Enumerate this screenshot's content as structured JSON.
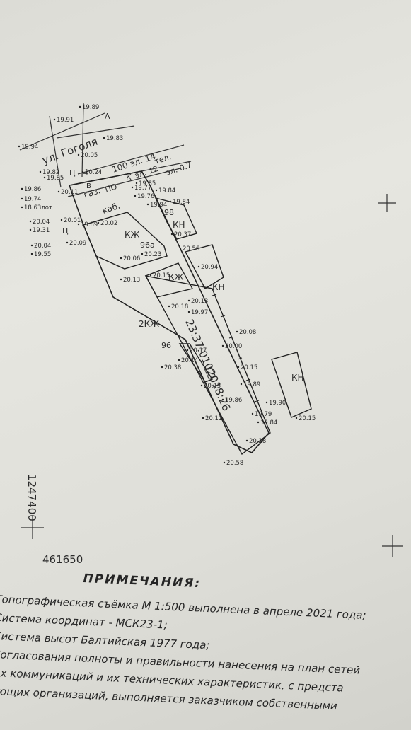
{
  "plan": {
    "street": "ул. Гоголя",
    "street_letter": "А",
    "cadastral_number": "23:37:0102018:26",
    "buildings": {
      "kzh_1": "КЖ",
      "kzh_2": "КЖ",
      "kzh_3": "2КЖ",
      "kn_1": "КН",
      "kn_2": "КН",
      "kn_3": "КН"
    },
    "house_numbers": [
      "96а",
      "98",
      "96"
    ],
    "utility_labels": {
      "pole_concrete": "100 эл. 14",
      "pole_concrete_2": "эл. 12",
      "tel": "тел.",
      "el_07": "эл. 0.7",
      "pipe": "ПО",
      "kab": "каб.",
      "gas": "газ."
    },
    "symbols": [
      "Ц",
      "Ц",
      "К",
      "Ц",
      "В"
    ],
    "elevations": [
      "19.94",
      "19.91",
      "19.89",
      "19.83",
      "20.05",
      "19.82",
      "19.85",
      "20.24",
      "19.86",
      "19.74",
      "18.63лот",
      "20.11",
      "20.04",
      "19.31",
      "20.01",
      "20.04",
      "19.55",
      "20.09",
      "19.89",
      "20.02",
      "19.77",
      "19.85",
      "19.76",
      "19.84",
      "19.94",
      "19.84",
      "20.37",
      "20.56",
      "20.06",
      "20.23",
      "20.13",
      "20.15",
      "20.94",
      "20.18",
      "20.13",
      "19.97",
      "20.08",
      "20.00",
      "20.17",
      "20.14",
      "20.15",
      "20.38",
      "19.89",
      "20.15",
      "19.86",
      "19.90",
      "19.79",
      "19.84",
      "20.11",
      "20.15",
      "20.28",
      "20.58"
    ],
    "coordinates": {
      "x_label": "1247400",
      "y_label": "461650"
    }
  },
  "notes": {
    "title": "ПРИМЕЧАНИЯ:",
    "lines": [
      "Топографическая съёмка М 1:500 выполнена в апреле 2021 года;",
      "Система координат - МСК23-1;",
      "Система высот Балтийская 1977 года;",
      "Согласования полноты и правильности нанесения на план сетей",
      "ых коммуникаций и их технических характеристик, с предста",
      "ующих организаций, выполняется заказчиком собственными"
    ]
  }
}
